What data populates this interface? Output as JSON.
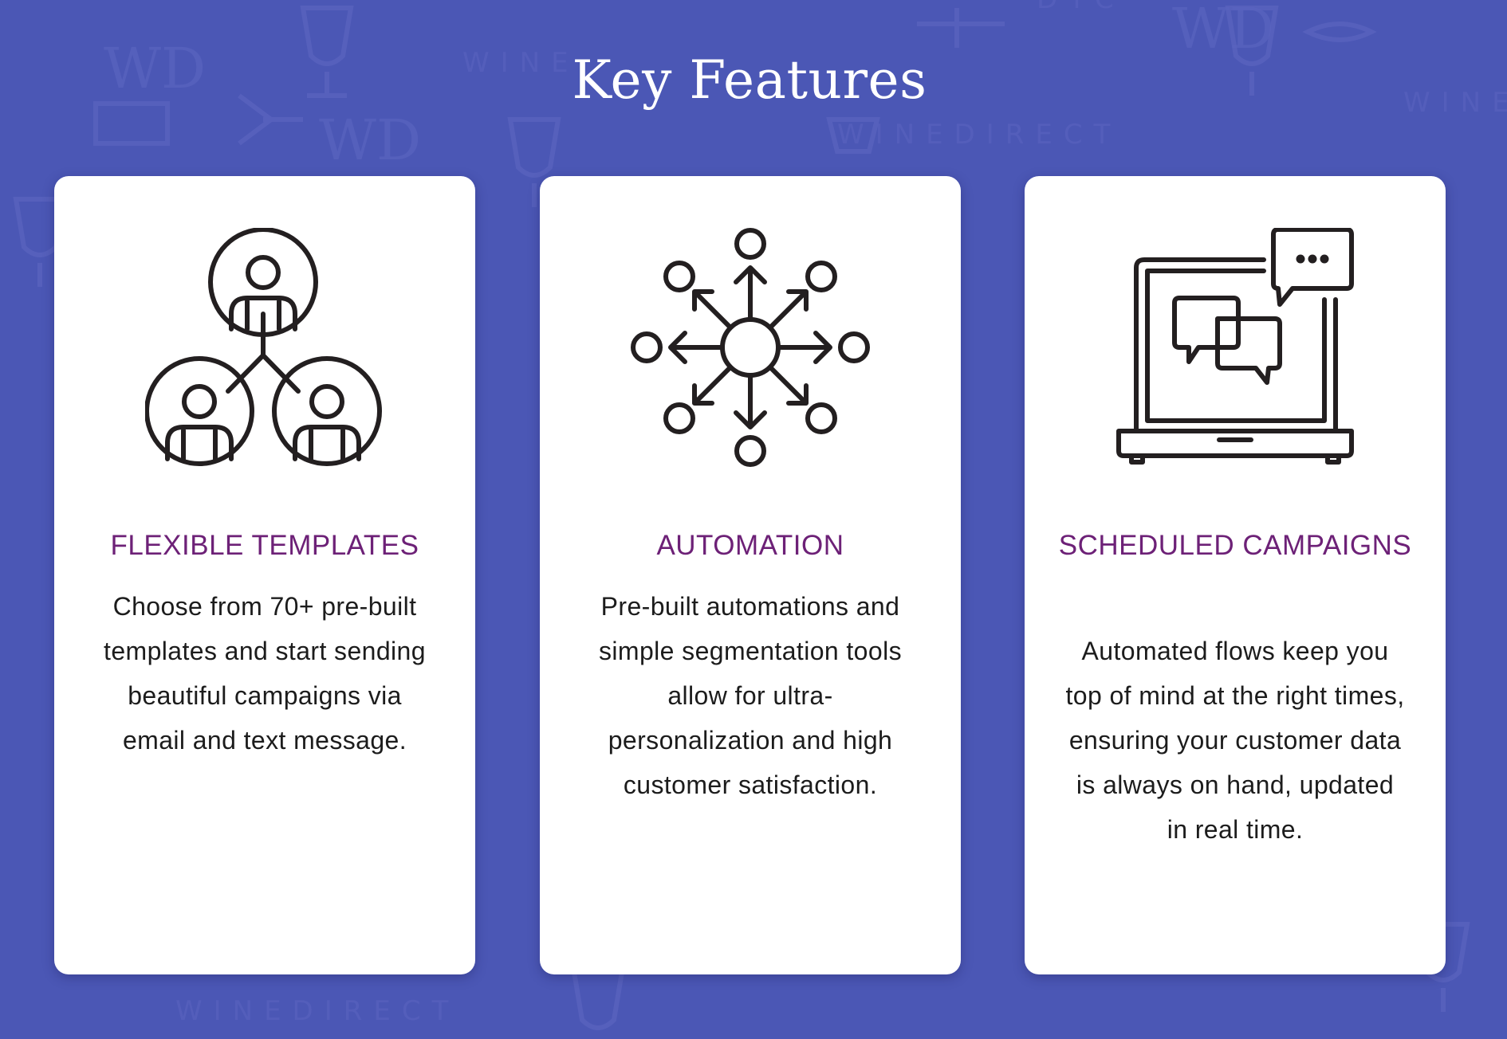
{
  "section": {
    "title": "Key Features"
  },
  "colors": {
    "background": "#4b57b5",
    "card": "#ffffff",
    "title_accent": "#6d2177",
    "body_text": "#1c1c1c",
    "icon_stroke": "#231f20"
  },
  "cards": [
    {
      "icon": "three-users-network-icon",
      "title": "FLEXIBLE TEMPLATES",
      "text": "Choose from 70+ pre-built templates and start sending beautiful campaigns via email and text message."
    },
    {
      "icon": "automation-hub-arrows-icon",
      "title": "AUTOMATION",
      "text": "Pre-built automations and simple segmentation tools allow for ultra-personalization and high customer satisfaction."
    },
    {
      "icon": "laptop-chat-bubbles-icon",
      "title": "SCHEDULED CAMPAIGNS",
      "text": "Automated flows keep you top of mind at the right times, ensuring your customer data is always on hand, updated in real time."
    }
  ]
}
